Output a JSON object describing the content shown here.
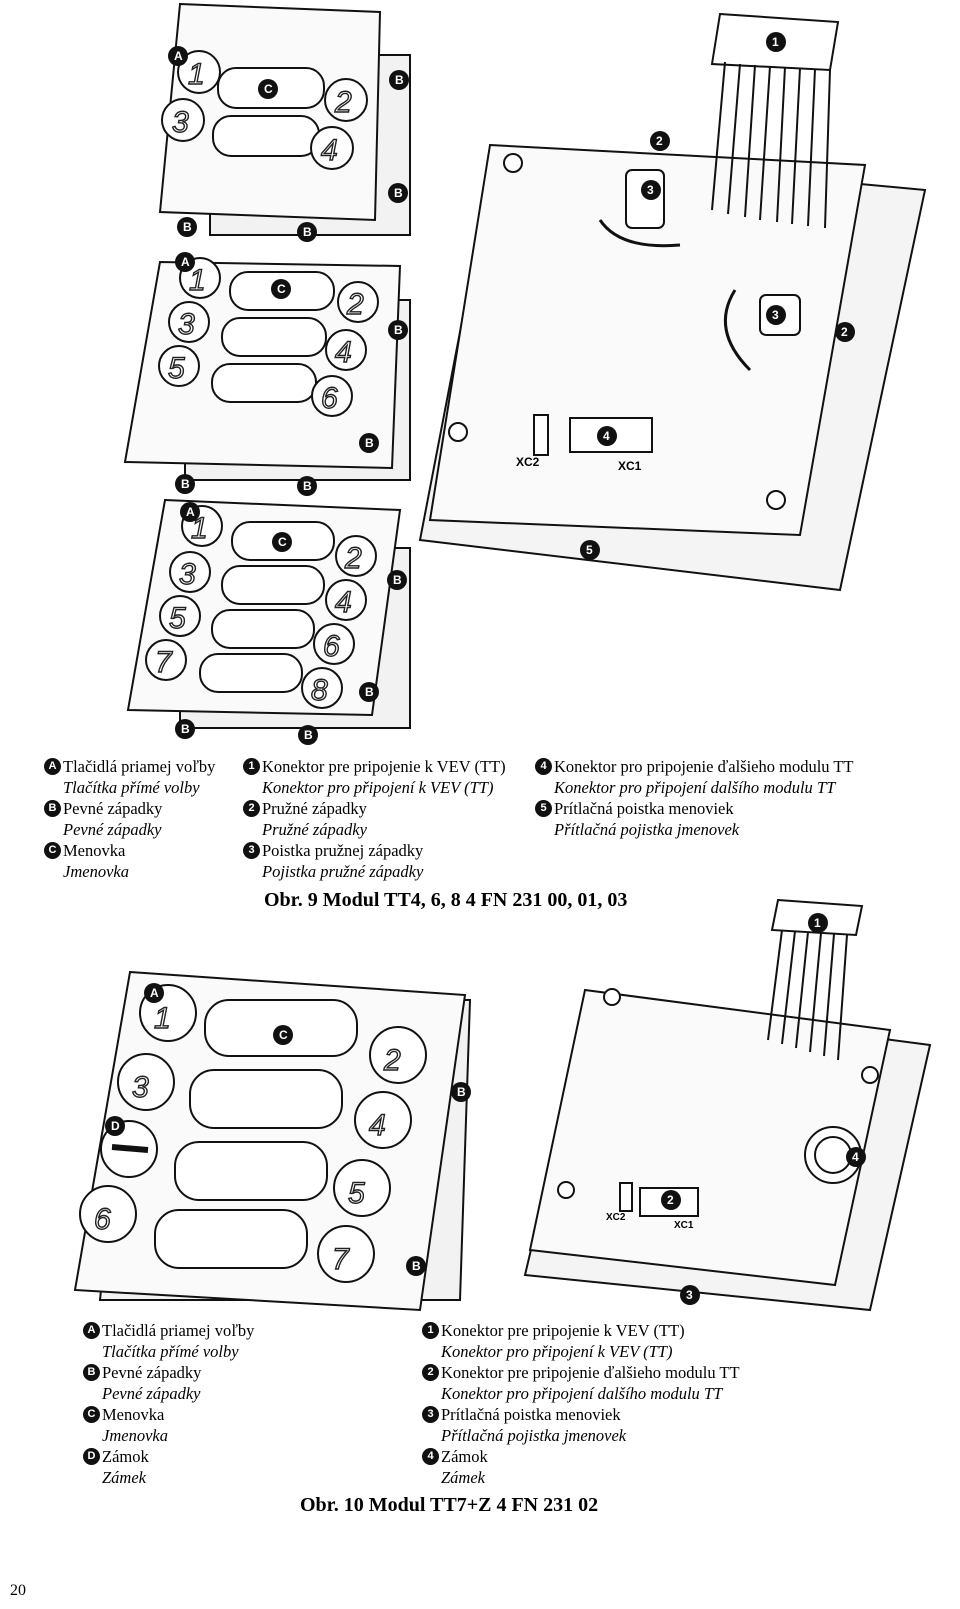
{
  "figure9": {
    "caption": "Obr. 9 Modul TT4, 6, 8 4 FN 231 00, 01, 03",
    "callout_labels": {
      "A": "A",
      "B": "B",
      "C": "C",
      "n1": "1",
      "n2": "2",
      "n3": "3",
      "n4": "4",
      "n5": "5"
    },
    "board_labels": {
      "xc2": "XC2",
      "xc1": "XC1"
    },
    "legend": {
      "col1": [
        {
          "badge": "A",
          "sk": "Tlačidlá priamej voľby",
          "cz": "Tlačítka přímé volby"
        },
        {
          "badge": "B",
          "sk": "Pevné západky",
          "cz": "Pevné západky"
        },
        {
          "badge": "C",
          "sk": "Menovka",
          "cz": "Jmenovka"
        }
      ],
      "col2": [
        {
          "badge": "1",
          "sk": "Konektor pre pripojenie k VEV (TT)",
          "cz": "Konektor pro připojení k VEV (TT)"
        },
        {
          "badge": "2",
          "sk": "Pružné západky",
          "cz": "Pružné západky"
        },
        {
          "badge": "3",
          "sk": "Poistka pružnej západky",
          "cz": "Pojistka pružné západky"
        }
      ],
      "col3": [
        {
          "badge": "4",
          "sk": "Konektor pro pripojenie ďalšieho modulu TT",
          "cz": "Konektor pro připojení dalšího modulu TT"
        },
        {
          "badge": "5",
          "sk": "Prítlačná poistka menoviek",
          "cz": "Přítlačná pojistka jmenovek"
        }
      ]
    }
  },
  "figure10": {
    "caption": "Obr. 10 Modul TT7+Z 4 FN 231 02",
    "callout_labels": {
      "A": "A",
      "B": "B",
      "C": "C",
      "D": "D",
      "n1": "1",
      "n2": "2",
      "n3": "3",
      "n4": "4"
    },
    "board_labels": {
      "xc2": "XC2",
      "xc1": "XC1"
    },
    "legend": {
      "col1": [
        {
          "badge": "A",
          "sk": "Tlačidlá priamej voľby",
          "cz": "Tlačítka přímé volby"
        },
        {
          "badge": "B",
          "sk": "Pevné západky",
          "cz": "Pevné západky"
        },
        {
          "badge": "C",
          "sk": "Menovka",
          "cz": "Jmenovka"
        },
        {
          "badge": "D",
          "sk": "Zámok",
          "cz": "Zámek"
        }
      ],
      "col2": [
        {
          "badge": "1",
          "sk": "Konektor pre pripojenie k VEV (TT)",
          "cz": "Konektor pro připojení k VEV (TT)"
        },
        {
          "badge": "2",
          "sk": "Konektor pre pripojenie ďalšieho modulu TT",
          "cz": "Konektor pro připojení dalšího modulu TT"
        },
        {
          "badge": "3",
          "sk": "Prítlačná poistka menoviek",
          "cz": "Přítlačná pojistka jmenovek"
        },
        {
          "badge": "4",
          "sk": "Zámok",
          "cz": "Zámek"
        }
      ]
    }
  },
  "keypads": {
    "tt4": [
      "1",
      "2",
      "3",
      "4"
    ],
    "tt6": [
      "1",
      "2",
      "3",
      "4",
      "5",
      "6"
    ],
    "tt8": [
      "1",
      "2",
      "3",
      "4",
      "5",
      "6",
      "7",
      "8"
    ],
    "tt7z": [
      "1",
      "2",
      "3",
      "4",
      "5",
      "6",
      "7"
    ]
  },
  "page_number": "20"
}
